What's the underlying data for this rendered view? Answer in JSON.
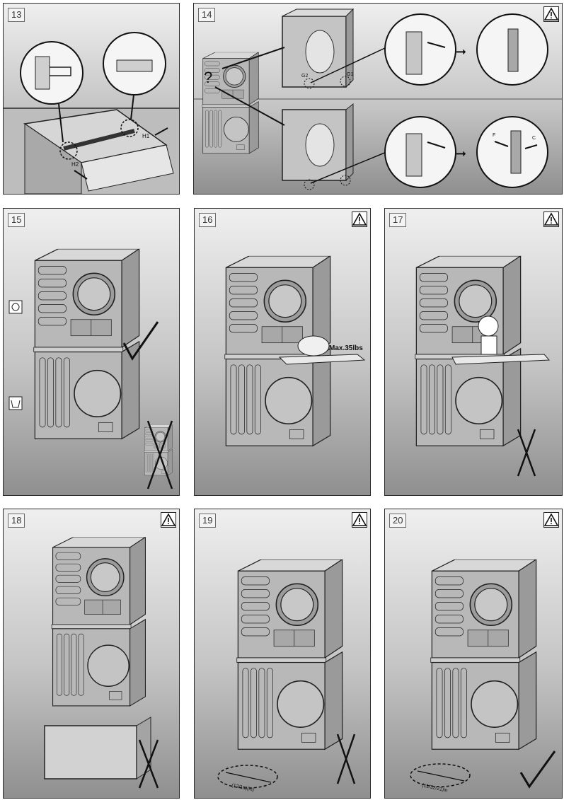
{
  "panels": [
    {
      "number": "13"
    },
    {
      "number": "14"
    },
    {
      "number": "15"
    },
    {
      "number": "16"
    },
    {
      "number": "17"
    },
    {
      "number": "18"
    },
    {
      "number": "19"
    },
    {
      "number": "20"
    }
  ],
  "callouts": {
    "h1": "H1",
    "h2": "H2",
    "g1": "G1",
    "g2": "G2",
    "question": "?",
    "max_load": "Max.35lbs",
    "dim_19": "(13/16)(in)",
    "dim_20": "(11/32/21)in",
    "f_label": "F",
    "c_label": "C"
  },
  "icons": {
    "warning": "warning-triangle-icon",
    "dryer_symbol": "dryer-square-circle-icon",
    "washer_symbol": "washer-tub-icon",
    "check": "check-mark-icon",
    "cross": "cross-mark-icon"
  },
  "colors": {
    "panel_top": "#efefef",
    "panel_bottom": "#8f8f8f",
    "line": "#2a2a2a"
  }
}
